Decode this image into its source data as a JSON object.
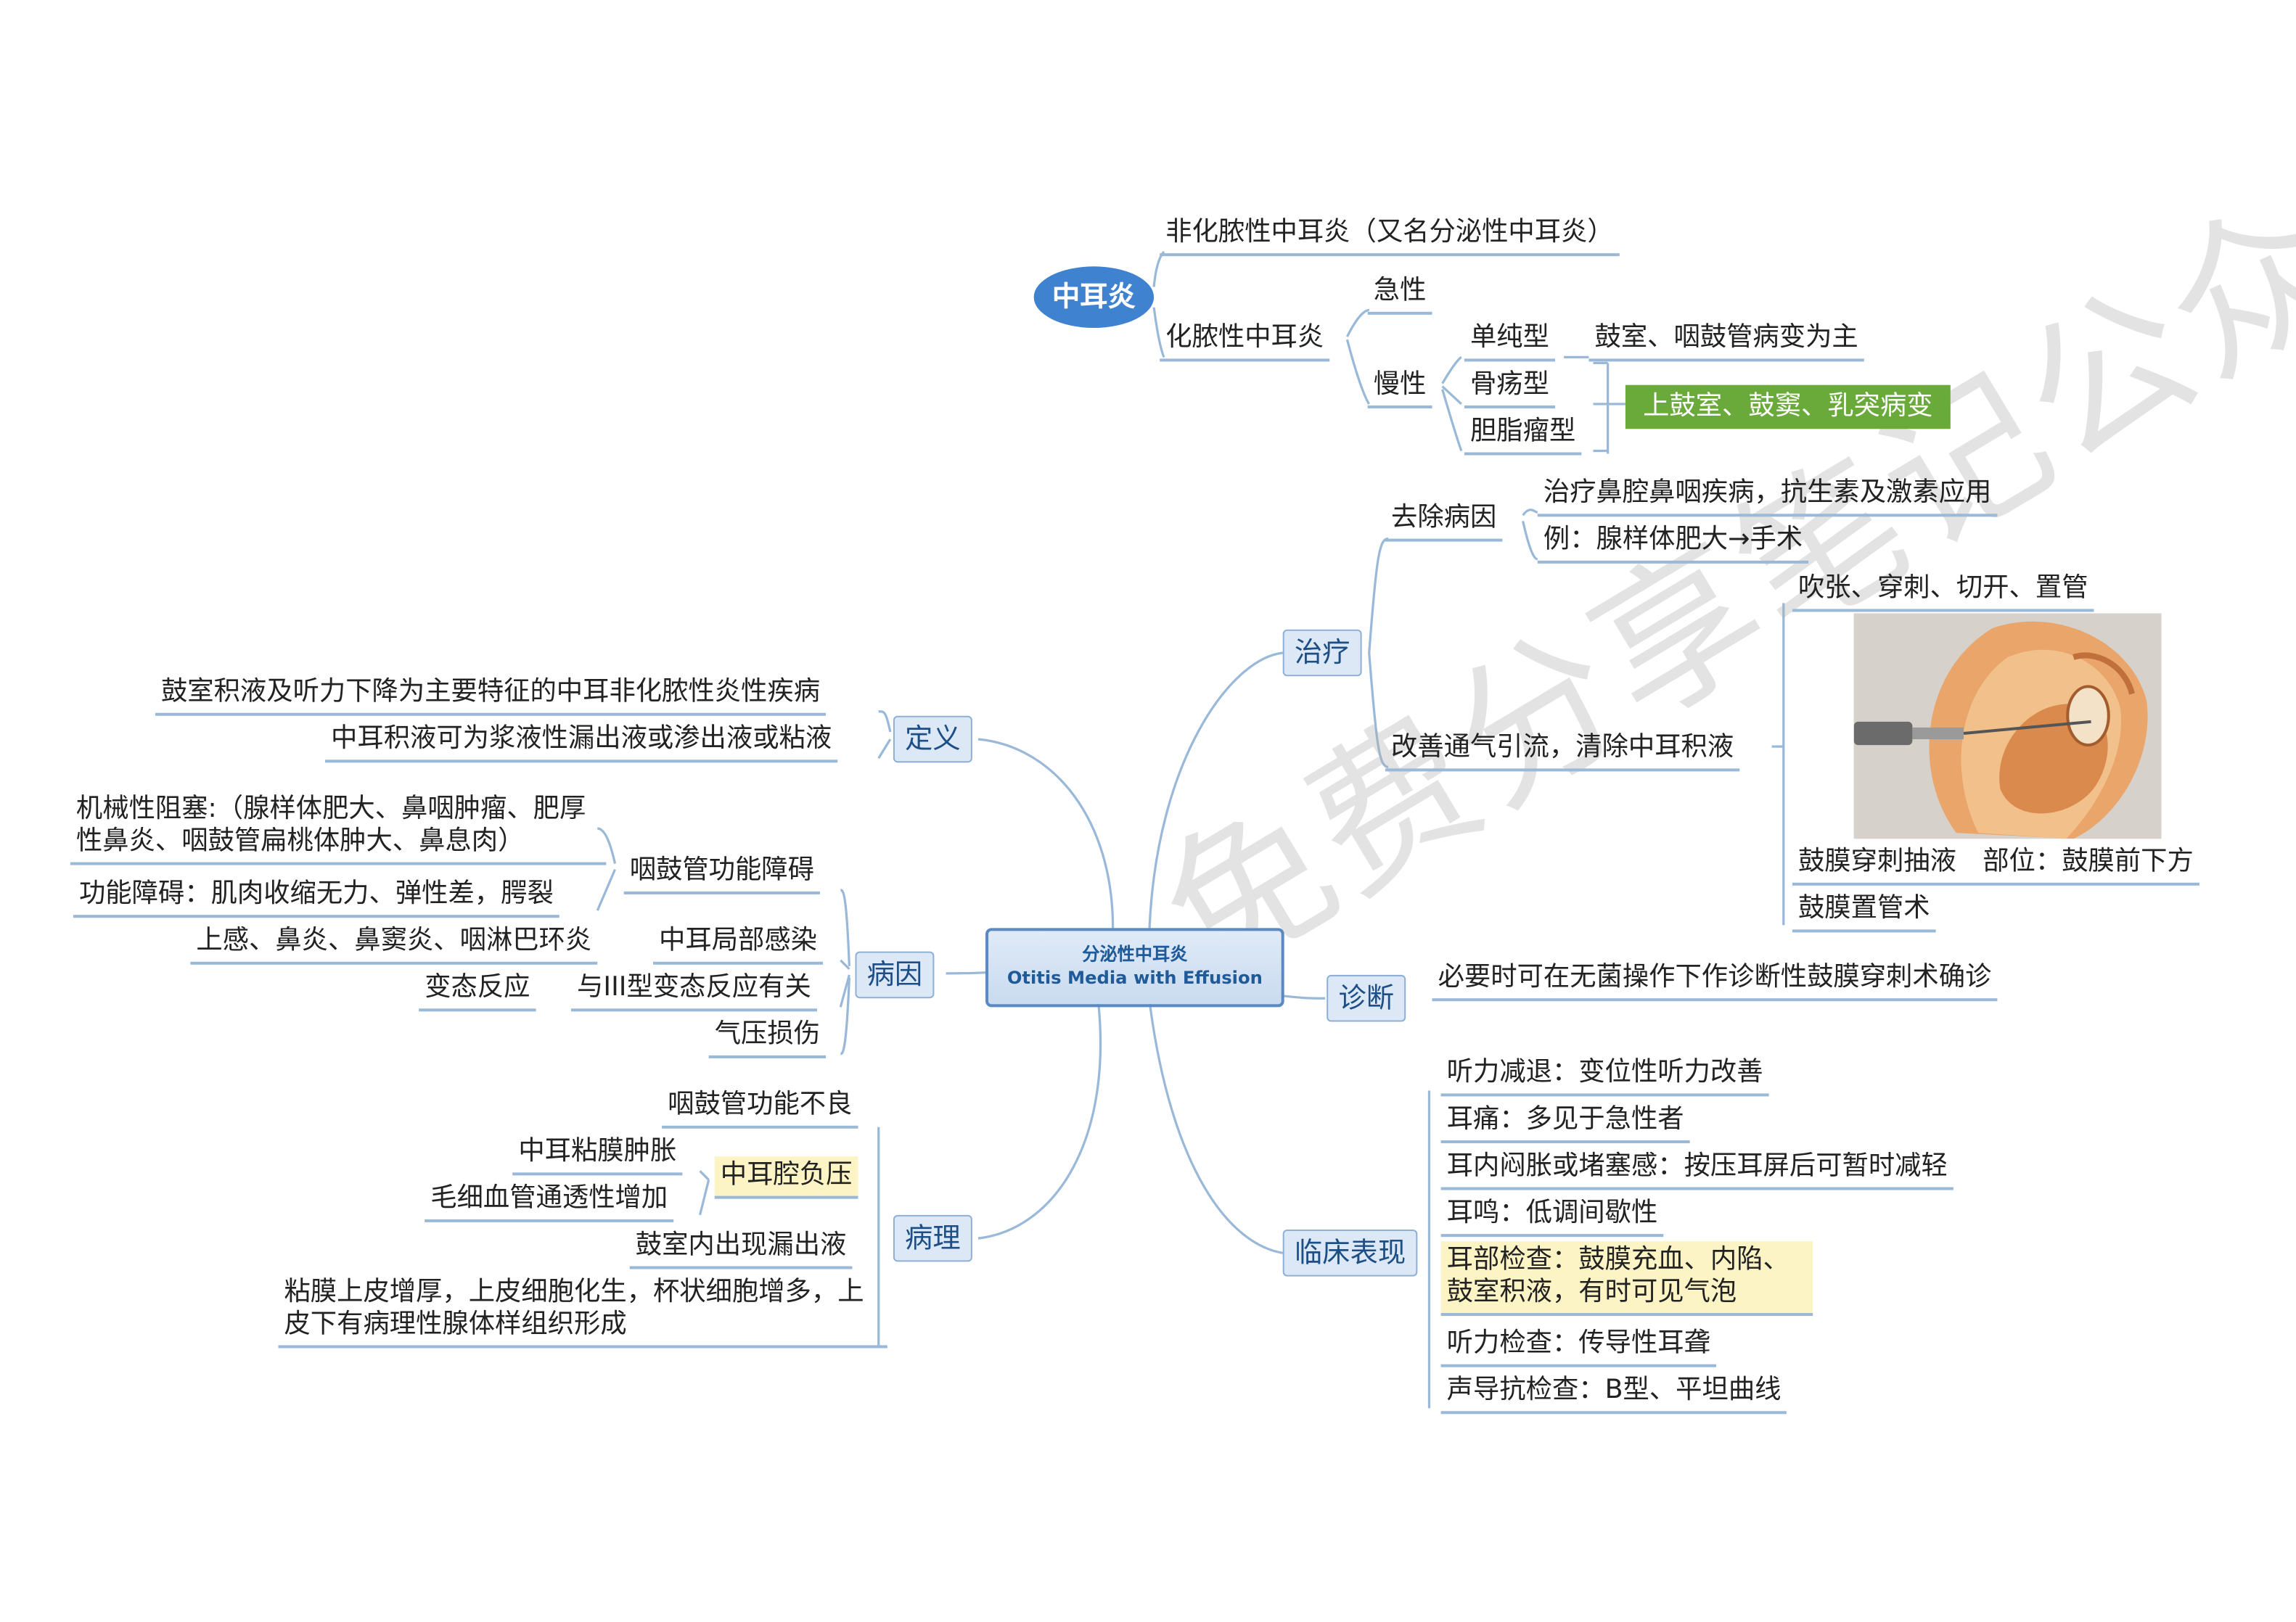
{
  "center": {
    "title_zh": "分泌性中耳炎",
    "title_en": "Otitis Media with Effusion"
  },
  "root_box": {
    "label": "中耳炎",
    "nonsuppurative": "非化脓性中耳炎（又名分泌性中耳炎）",
    "suppurative": "化脓性中耳炎",
    "acute": "急性",
    "chronic": "慢性",
    "simple": "单纯型",
    "simple_desc": "鼓室、咽鼓管病变为主",
    "bone": "骨疡型",
    "cholesteatoma": "胆脂瘤型",
    "bone_chol_desc": "上鼓室、鼓窦、乳突病变"
  },
  "definition": {
    "label": "定义",
    "item1": "鼓室积液及听力下降为主要特征的中耳非化脓性炎性疾病",
    "item2": "中耳积液可为浆液性漏出液或渗出液或粘液"
  },
  "etiology": {
    "label": "病因",
    "et_dysfunction": "咽鼓管功能障碍",
    "mechanical": "机械性阻塞:（腺样体肥大、鼻咽肿瘤、肥厚性鼻炎、咽鼓管扁桃体肿大、鼻息肉）",
    "functional": "功能障碍：肌肉收缩无力、弹性差，腭裂",
    "local_infection": "中耳局部感染",
    "infection_causes": "上感、鼻炎、鼻窦炎、咽淋巴环炎",
    "type3": "与III型变态反应有关",
    "allergy": "变态反应",
    "barotrauma": "气压损伤"
  },
  "pathology": {
    "label": "病理",
    "poor_et": "咽鼓管功能不良",
    "negative_pressure": "中耳腔负压",
    "swelling": "中耳粘膜肿胀",
    "permeability": "毛细血管通透性增加",
    "leakage": "鼓室内出现漏出液",
    "epithelium": "粘膜上皮增厚，上皮细胞化生，杯状细胞增多，上皮下有病理性腺体样组织形成"
  },
  "treatment": {
    "label": "治疗",
    "remove_cause": "去除病因",
    "treat_nasal": "治疗鼻腔鼻咽疾病，抗生素及激素应用",
    "example": "例：腺样体肥大→手术",
    "ventilation": "改善通气引流，清除中耳积液",
    "methods": "吹张、穿刺、切开、置管",
    "puncture": "鼓膜穿刺抽液　部位：鼓膜前下方",
    "tube": "鼓膜置管术"
  },
  "diagnosis": {
    "label": "诊断",
    "text": "必要时可在无菌操作下作诊断性鼓膜穿刺术确诊"
  },
  "clinical": {
    "label": "临床表现",
    "hearing_loss": "听力减退：变位性听力改善",
    "otalgia": "耳痛：多见于急性者",
    "fullness": "耳内闷胀或堵塞感：按压耳屏后可暂时减轻",
    "tinnitus": "耳鸣：低调间歇性",
    "exam": "耳部检查：鼓膜充血、内陷、鼓室积液，有时可见气泡",
    "audiometry": "听力检查：传导性耳聋",
    "tympanometry": "声导抗检查：B型、平坦曲线"
  },
  "watermark": "免费分享笔记公众号【Nie医学资料库】",
  "colors": {
    "line": "#9ab8d8",
    "topic_bg": "#dce8f5",
    "topic_text": "#1d4f86",
    "root_oval": "#3e82d0",
    "green_box": "#6aaa3a",
    "highlight": "#fdf4c6"
  }
}
